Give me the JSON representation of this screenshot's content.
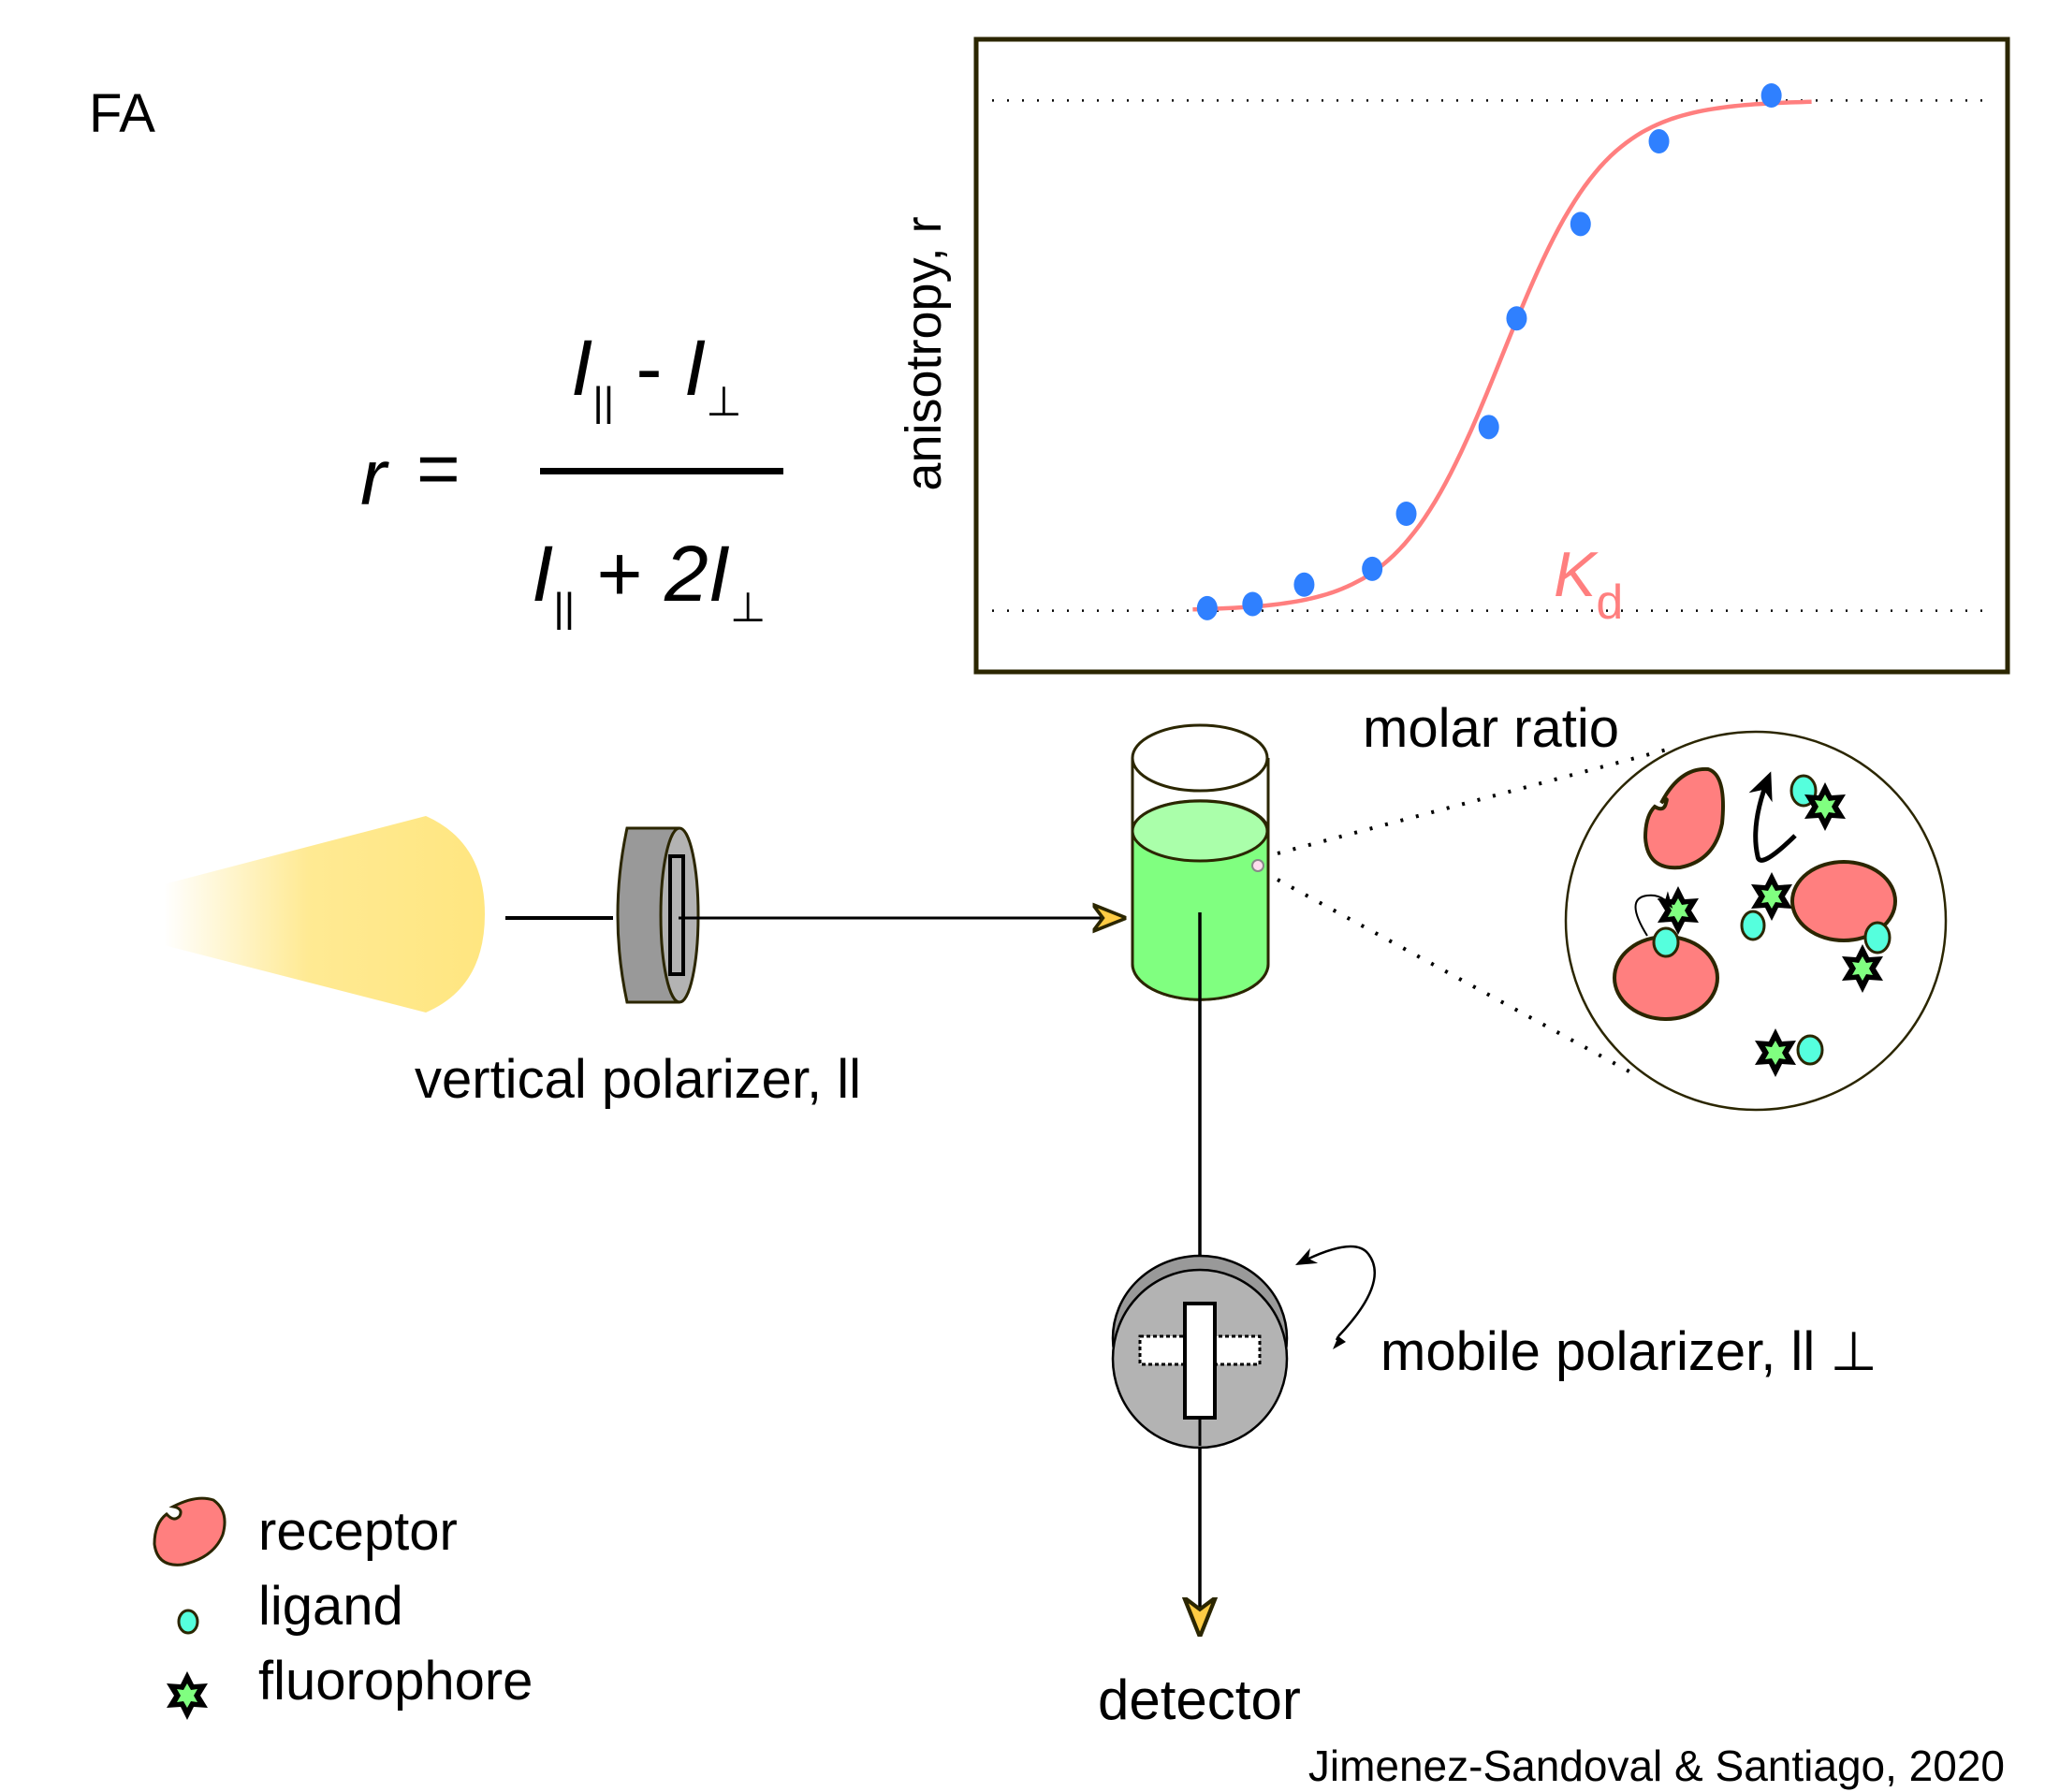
{
  "figure": {
    "panel_label": "FA",
    "citation": "Jimenez-Sandoval & Santiago, 2020"
  },
  "formula": {
    "lhs": "r",
    "equals": "=",
    "numerator": {
      "term1": "I",
      "sub1": "||",
      "op": " - ",
      "term2": "I",
      "sub2": "⊥"
    },
    "denominator": {
      "term1": "I",
      "sub1": "||",
      "op": " + ",
      "coef": "2",
      "term2": "I",
      "sub2": "⊥"
    }
  },
  "setup": {
    "light_source_label": "",
    "vertical_polarizer_label": "vertical polarizer, ll",
    "mobile_polarizer_label": "mobile polarizer, ll ⊥",
    "detector_label": "detector",
    "colors": {
      "light": "#ffe680",
      "polarizer": "#999999",
      "polarizer_face": "#b3b3b3",
      "solution": "#80ff80",
      "solution_top": "#aaffaa",
      "outline": "#2b2600",
      "beam_arrowhead": "#ffcc44"
    }
  },
  "legend": {
    "items": [
      {
        "icon": "receptor-icon",
        "label": "receptor",
        "color": "#ff7f7f"
      },
      {
        "icon": "ligand-icon",
        "label": "ligand",
        "color": "#55ffdd"
      },
      {
        "icon": "fluorophore-icon",
        "label": "fluorophore",
        "color": "#80ff80"
      }
    ]
  },
  "chart_data": {
    "type": "scatter",
    "title": "",
    "xlabel": "molar ratio",
    "ylabel": "anisotropy, r",
    "xlim": [
      0,
      1
    ],
    "ylim": [
      -0.12,
      1.12
    ],
    "grid": false,
    "legend": "none",
    "reference_lines": [
      {
        "y": 0,
        "style": "dotted",
        "meaning": "free anisotropy plateau"
      },
      {
        "y": 1,
        "style": "dotted",
        "meaning": "bound anisotropy plateau"
      }
    ],
    "series": [
      {
        "name": "measurements",
        "type": "scatter",
        "color": "#2f80ff",
        "x": [
          0.224,
          0.268,
          0.318,
          0.384,
          0.417,
          0.497,
          0.524,
          0.586,
          0.662,
          0.771
        ],
        "y": [
          0.005,
          0.013,
          0.051,
          0.082,
          0.19,
          0.36,
          0.573,
          0.758,
          0.92,
          1.01
        ]
      },
      {
        "name": "fit",
        "type": "line",
        "color": "#ff7f7f",
        "model": "sigmoid",
        "midpoint_x": 0.51,
        "slope_scale": 0.05,
        "x_range": [
          0.21,
          0.81
        ]
      }
    ],
    "annotations": [
      {
        "text": "K",
        "subscript": "d",
        "x": 0.56,
        "y": 0.06,
        "color": "#ff7f7f"
      }
    ]
  }
}
